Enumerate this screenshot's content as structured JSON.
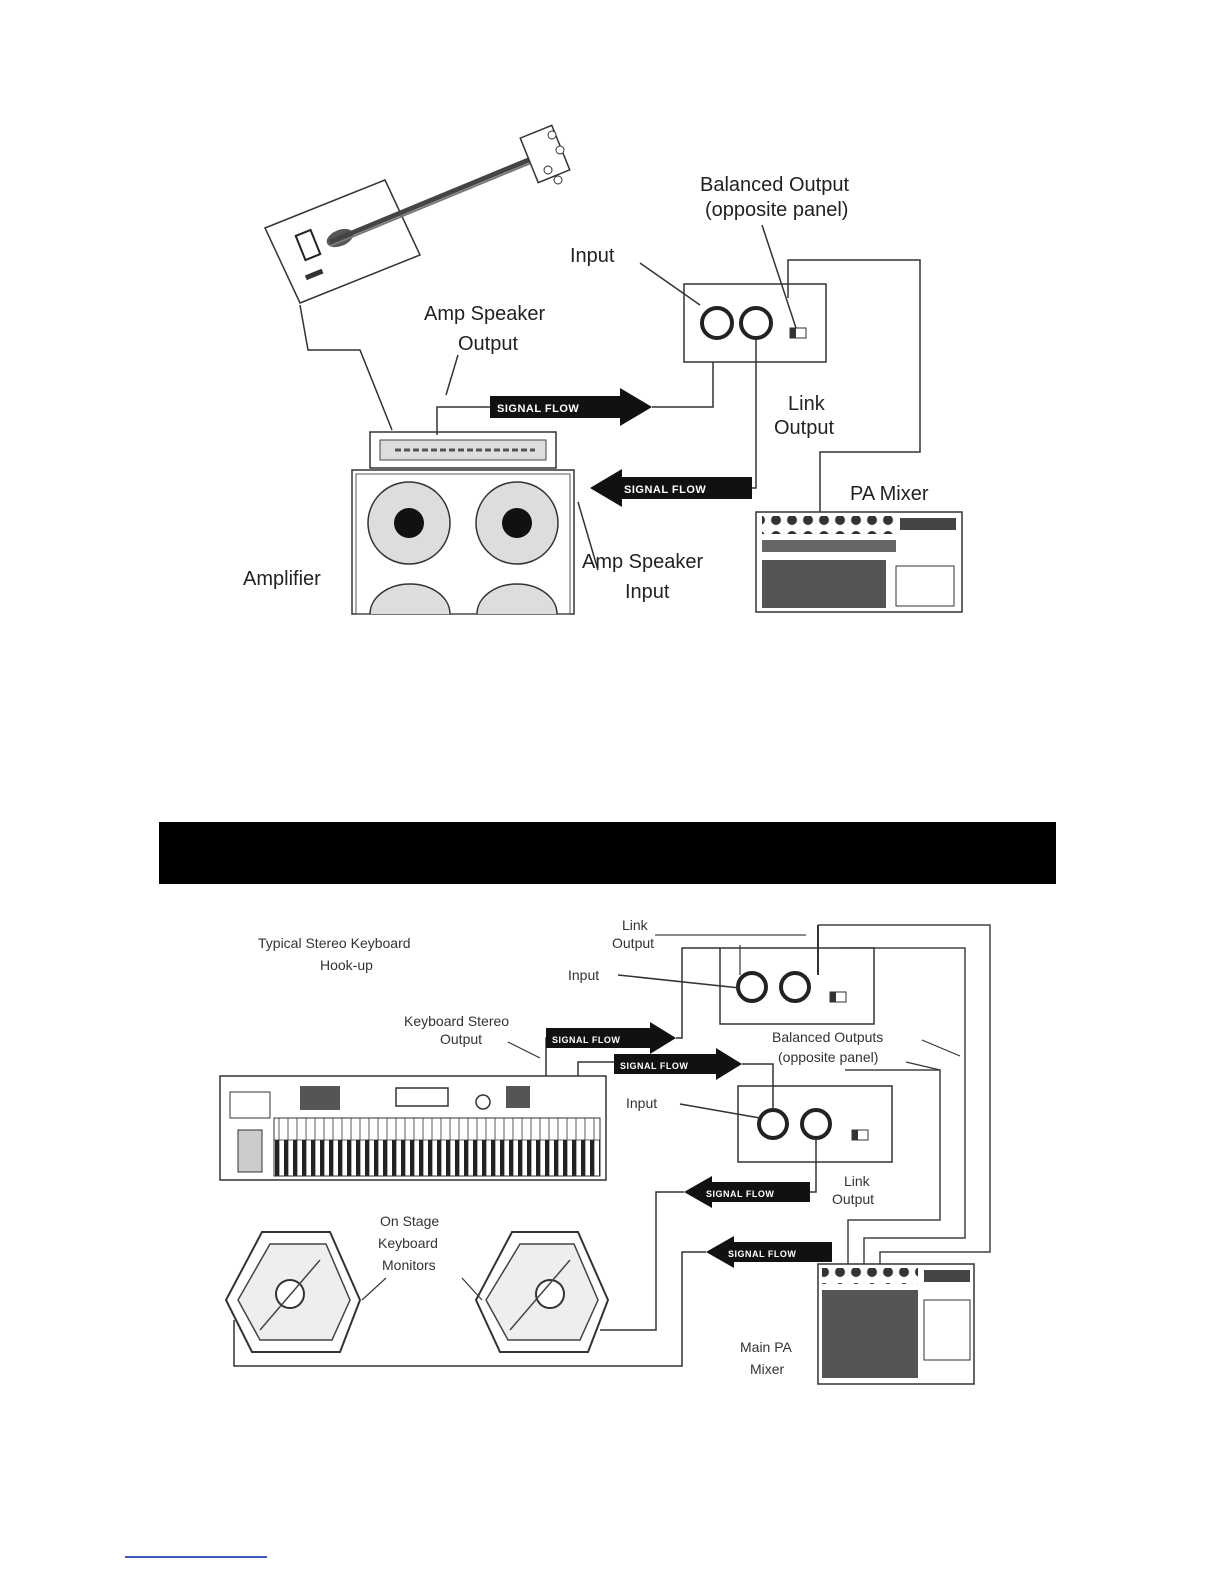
{
  "diagram_top": {
    "labels": {
      "balanced_output_line1": "Balanced Output",
      "balanced_output_line2": "(opposite panel)",
      "input": "Input",
      "amp_speaker_output_line1": "Amp Speaker",
      "amp_speaker_output_line2": "Output",
      "link_output_line1": "Link",
      "link_output_line2": "Output",
      "pa_mixer": "PA Mixer",
      "amp_speaker_input_line1": "Amp Speaker",
      "amp_speaker_input_line2": "Input",
      "amplifier": "Amplifier"
    },
    "signal_flow_1": "SIGNAL FLOW",
    "signal_flow_2": "SIGNAL FLOW"
  },
  "section_header": {
    "text": ""
  },
  "diagram_bottom": {
    "labels": {
      "title_line1": "Typical Stereo Keyboard",
      "title_line2": "Hook-up",
      "link_output_top_line1": "Link",
      "link_output_top_line2": "Output",
      "input_top": "Input",
      "keyboard_output_line1": "Keyboard Stereo",
      "keyboard_output_line2": "Output",
      "balanced_outputs_line1": "Balanced Outputs",
      "balanced_outputs_line2": "(opposite panel)",
      "input_bottom": "Input",
      "link_output_bottom_line1": "Link",
      "link_output_bottom_line2": "Output",
      "monitors_line1": "On Stage",
      "monitors_line2": "Keyboard",
      "monitors_line3": "Monitors",
      "main_pa_line1": "Main PA",
      "main_pa_line2": "Mixer"
    },
    "signal_flow_1": "SIGNAL FLOW",
    "signal_flow_2": "SIGNAL FLOW",
    "signal_flow_3": "SIGNAL FLOW",
    "signal_flow_4": "SIGNAL FLOW"
  },
  "colors": {
    "ink": "#222222",
    "arrow": "#111111",
    "link": "#3b5bbf"
  }
}
